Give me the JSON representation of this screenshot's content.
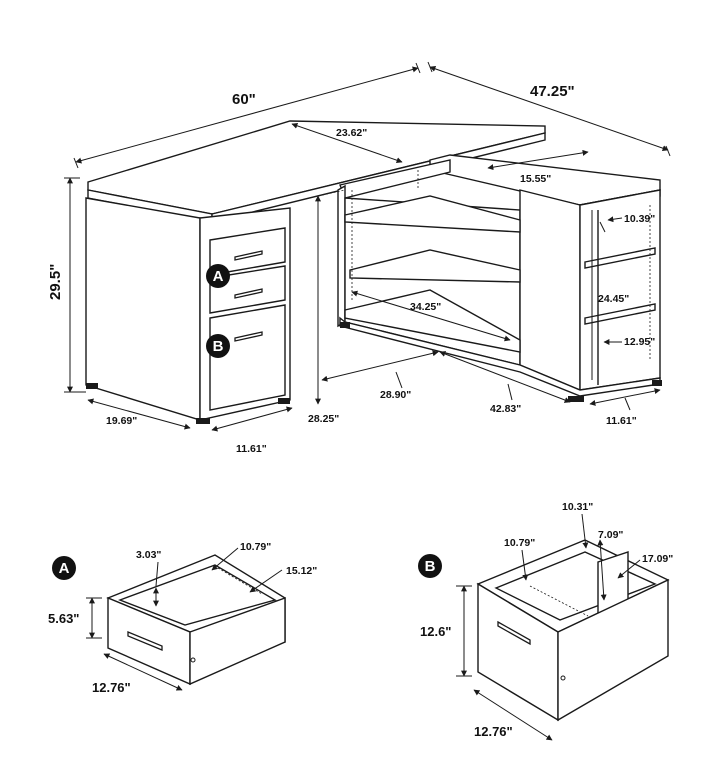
{
  "labels": {
    "width": "60\"",
    "depth_return": "47.25\"",
    "height": "29.5\"",
    "top_mid": "23.62\"",
    "return_depth": "15.55\"",
    "shelf_width": "34.25\"",
    "shelf_top": "10.39\"",
    "shelf_height": "24.45\"",
    "shelf_bottom": "12.95\"",
    "ped_width": "19.69\"",
    "ped_depth": "11.61\"",
    "knee_height": "28.25\"",
    "knee_width": "28.90\"",
    "return_length": "42.83\"",
    "return_end_depth": "11.61\""
  },
  "badges": {
    "a": "A",
    "b": "B"
  },
  "drawer_a": {
    "badge": "A",
    "height": "5.63\"",
    "inner_height": "3.03\"",
    "inner_width": "10.79\"",
    "inner_depth": "15.12\"",
    "width": "12.76\""
  },
  "drawer_b": {
    "badge": "B",
    "height": "12.6\"",
    "inner_width": "10.79\"",
    "inner_depth_top": "10.31\"",
    "inner_height": "7.09\"",
    "inner_depth": "17.09\"",
    "width": "12.76\""
  }
}
